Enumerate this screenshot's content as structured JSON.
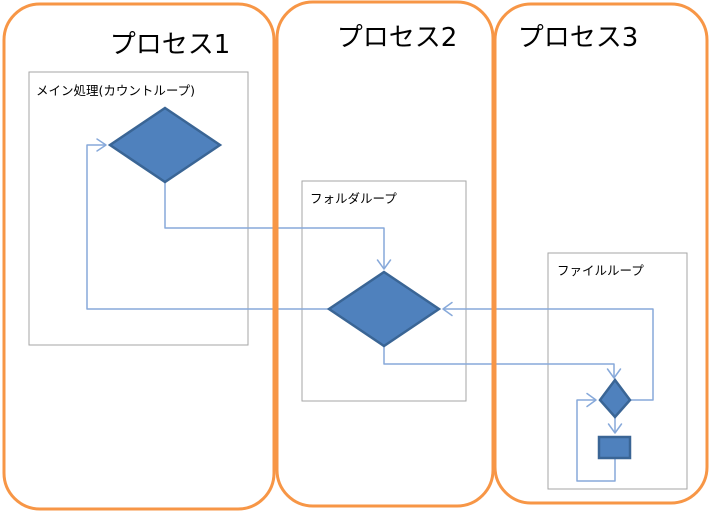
{
  "diagram": {
    "lanes": [
      {
        "id": "process-1",
        "title": "プロセス1"
      },
      {
        "id": "process-2",
        "title": "プロセス2"
      },
      {
        "id": "process-3",
        "title": "プロセス3"
      }
    ],
    "loops": [
      {
        "id": "main-count-loop",
        "label": "メイン処理(カウントループ)",
        "lane": "プロセス1"
      },
      {
        "id": "folder-loop",
        "label": "フォルダループ",
        "lane": "プロセス2"
      },
      {
        "id": "file-loop",
        "label": "ファイルループ",
        "lane": "プロセス3"
      }
    ],
    "nodes": [
      {
        "id": "main-loop-decision",
        "type": "decision",
        "loop": "メイン処理(カウントループ)"
      },
      {
        "id": "folder-loop-decision",
        "type": "decision",
        "loop": "フォルダループ"
      },
      {
        "id": "file-loop-decision",
        "type": "decision",
        "loop": "ファイルループ"
      },
      {
        "id": "file-process",
        "type": "process",
        "loop": "ファイルループ"
      }
    ],
    "connectors": [
      {
        "from": "folder-loop-decision",
        "to": "main-loop-decision",
        "arrow": true
      },
      {
        "from": "main-loop-decision",
        "to": "folder-loop-decision",
        "arrow": true
      },
      {
        "from": "folder-loop-decision",
        "to": "file-loop-decision",
        "arrow": true
      },
      {
        "from": "file-loop-decision",
        "to": "folder-loop-decision",
        "arrow": true
      },
      {
        "from": "file-loop-decision",
        "to": "file-process",
        "arrow": true
      },
      {
        "from": "file-process",
        "to": "file-loop-decision",
        "arrow": true
      }
    ],
    "colors": {
      "lane_border": "#F79646",
      "box_border": "#A6A6A6",
      "connector": "#87A9DA",
      "shape_fill": "#4F81BD",
      "shape_stroke": "#3A6595",
      "text": "#000000",
      "background": "#FFFFFF"
    }
  }
}
